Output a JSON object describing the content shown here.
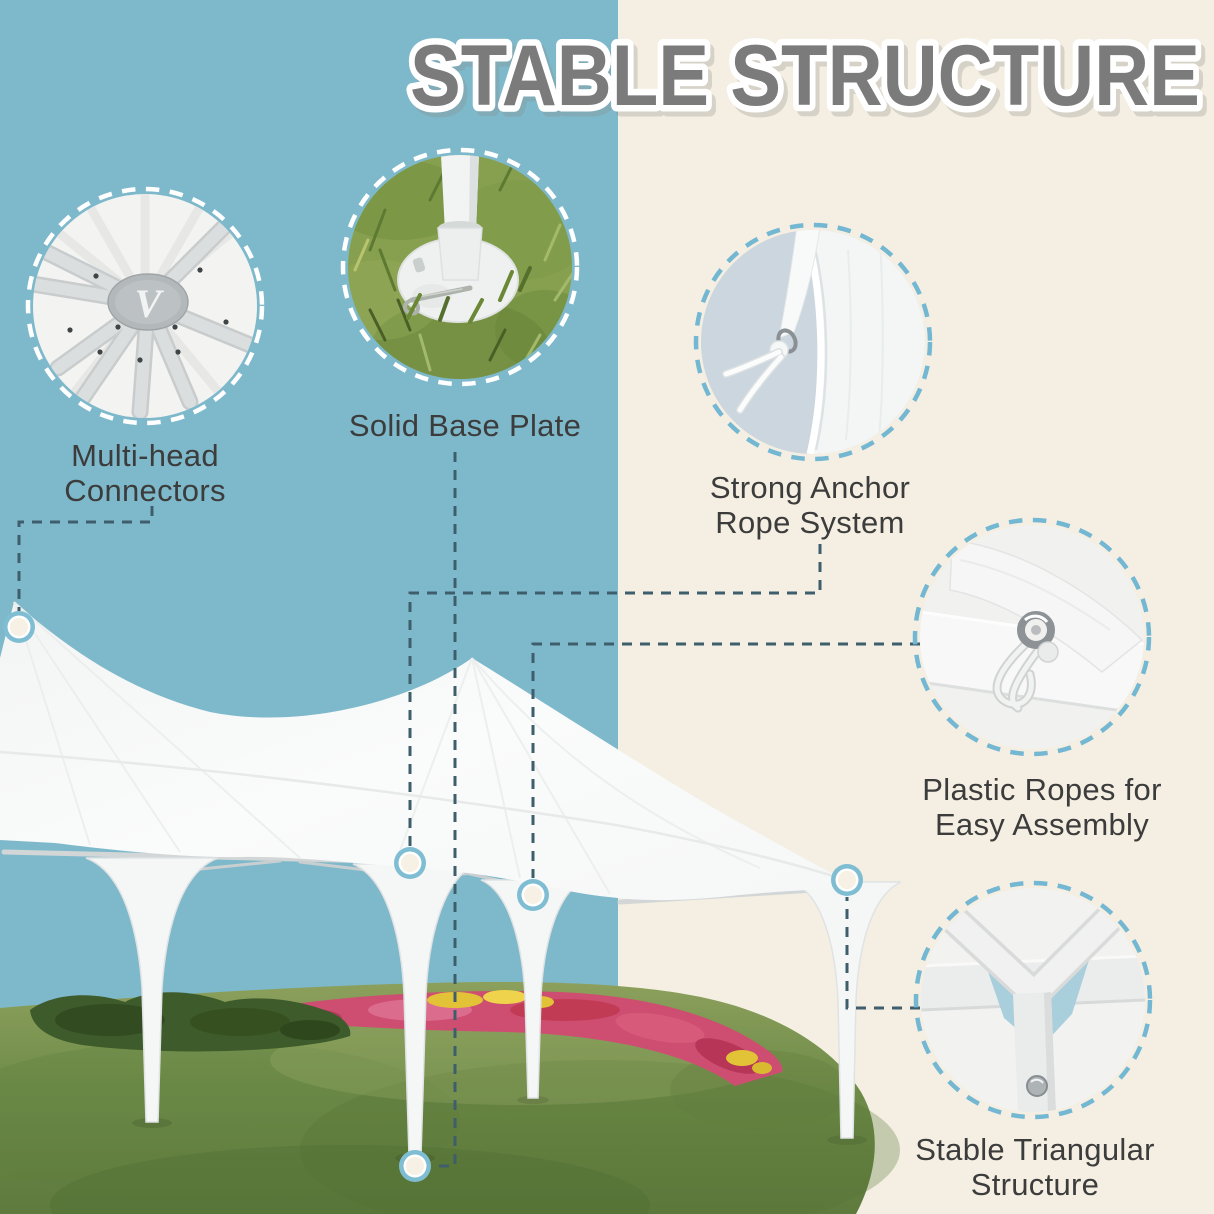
{
  "page": {
    "title": "STABLE STRUCTURE"
  },
  "palette": {
    "left_background": "#7EB9CB",
    "right_background": "#F4EFE2",
    "title_fill": "#7B7B7B",
    "title_outline": "#FFFFFF",
    "label_text": "#3C3C3C",
    "connector_line": "#3E5E6C",
    "marker_ring": "#7FBDD3",
    "marker_center": "#F6F1E4",
    "circle_border_on_blue": "#FFFFFF",
    "circle_border_on_cream": "#73B7D3"
  },
  "callouts": [
    {
      "id": "multi-head-connectors",
      "label_line1": "Multi-head",
      "label_line2": "Connectors",
      "image_subject": "multi-head frame connector hub",
      "hub_logo": "V"
    },
    {
      "id": "solid-base-plate",
      "label_line1": "Solid Base Plate",
      "label_line2": "",
      "image_subject": "pole base plate staked on grass"
    },
    {
      "id": "strong-anchor-rope-system",
      "label_line1": "Strong Anchor",
      "label_line2": "Rope System",
      "image_subject": "anchor rope tied to canopy corner"
    },
    {
      "id": "plastic-ropes-easy-assembly",
      "label_line1": "Plastic Ropes for",
      "label_line2": "Easy Assembly",
      "image_subject": "plastic rope looped through grommet"
    },
    {
      "id": "stable-triangular-structure",
      "label_line1": "Stable Triangular",
      "label_line2": "Structure",
      "image_subject": "triangular corner frame joint"
    }
  ]
}
